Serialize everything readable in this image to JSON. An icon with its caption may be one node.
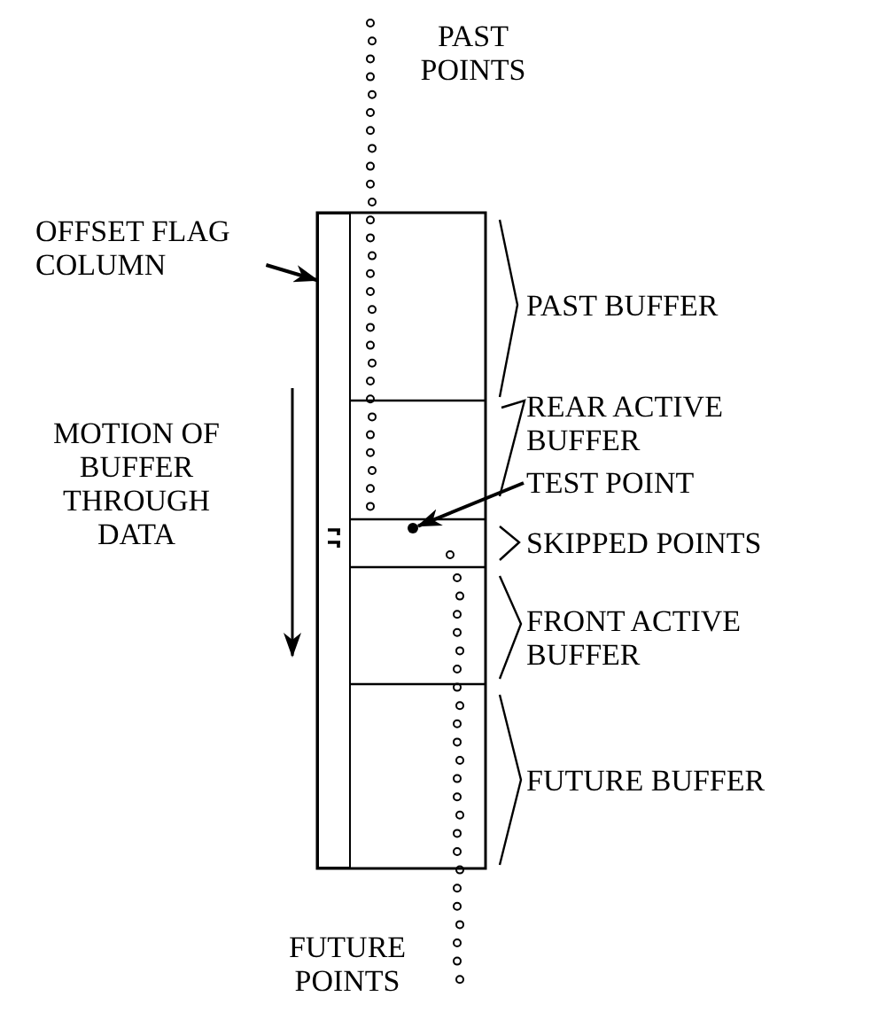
{
  "diagram": {
    "nodes": [
      {
        "text": [
          "OFFSET FLAG COLUMN"
        ]
      },
      {
        "text": [],
        "shape": "bar"
      },
      {
        "text": [
          "TEST POINT"
        ]
      },
      {
        "text": [],
        "shape": "circle"
      }
    ],
    "edges": [
      {
        "from": 0,
        "to": 1,
        "arrow": "to"
      },
      {
        "from": 2,
        "to": 3,
        "arrow": "to"
      }
    ],
    "labels": [
      "PAST POINTS",
      "PAST BUFFER",
      "REAR ACTIVE BUFFER",
      "MOTION OF BUFFER THROUGH DATA",
      "SKIPPED POINTS",
      "FRONT ACTIVE BUFFER",
      "FUTURE BUFFER",
      "FUTURE POINTS"
    ]
  }
}
